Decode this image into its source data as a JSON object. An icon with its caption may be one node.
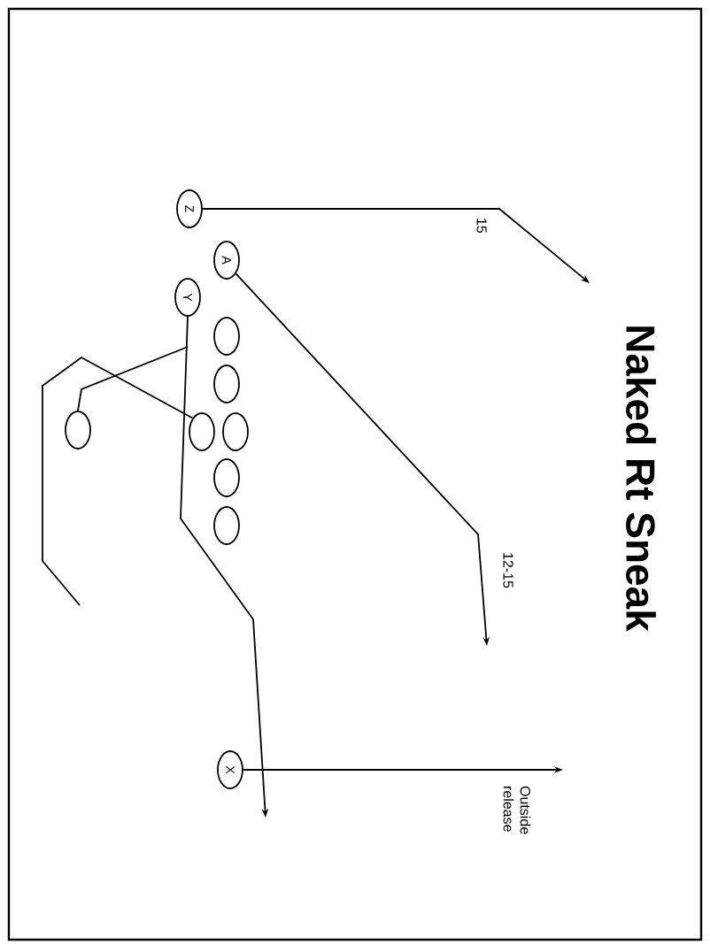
{
  "diagram": {
    "title": "Naked Rt Sneak",
    "nodes": [
      {
        "text": [
          "Z"
        ]
      },
      {
        "text": [
          "A"
        ]
      },
      {
        "text": [
          "Y"
        ]
      },
      {
        "text": [],
        "shape": "circle"
      },
      {
        "text": [],
        "shape": "circle"
      },
      {
        "text": [],
        "shape": "circle"
      },
      {
        "text": [],
        "shape": "circle"
      },
      {
        "text": [],
        "shape": "circle"
      },
      {
        "text": [],
        "shape": "circle"
      },
      {
        "text": [],
        "shape": "circle"
      },
      {
        "text": [
          "X"
        ]
      }
    ],
    "edges": [
      {
        "from": 0,
        "to": null,
        "arrow": "to",
        "label": "15"
      },
      {
        "from": 1,
        "to": null,
        "arrow": "to",
        "label": "12-15"
      },
      {
        "from": 2,
        "to": null,
        "arrow": "to"
      },
      {
        "from": 8,
        "to": null,
        "arrow": "none"
      },
      {
        "from": 9,
        "to": null,
        "arrow": "none"
      },
      {
        "from": 10,
        "to": null,
        "arrow": "to",
        "label": "Outside release"
      }
    ]
  }
}
